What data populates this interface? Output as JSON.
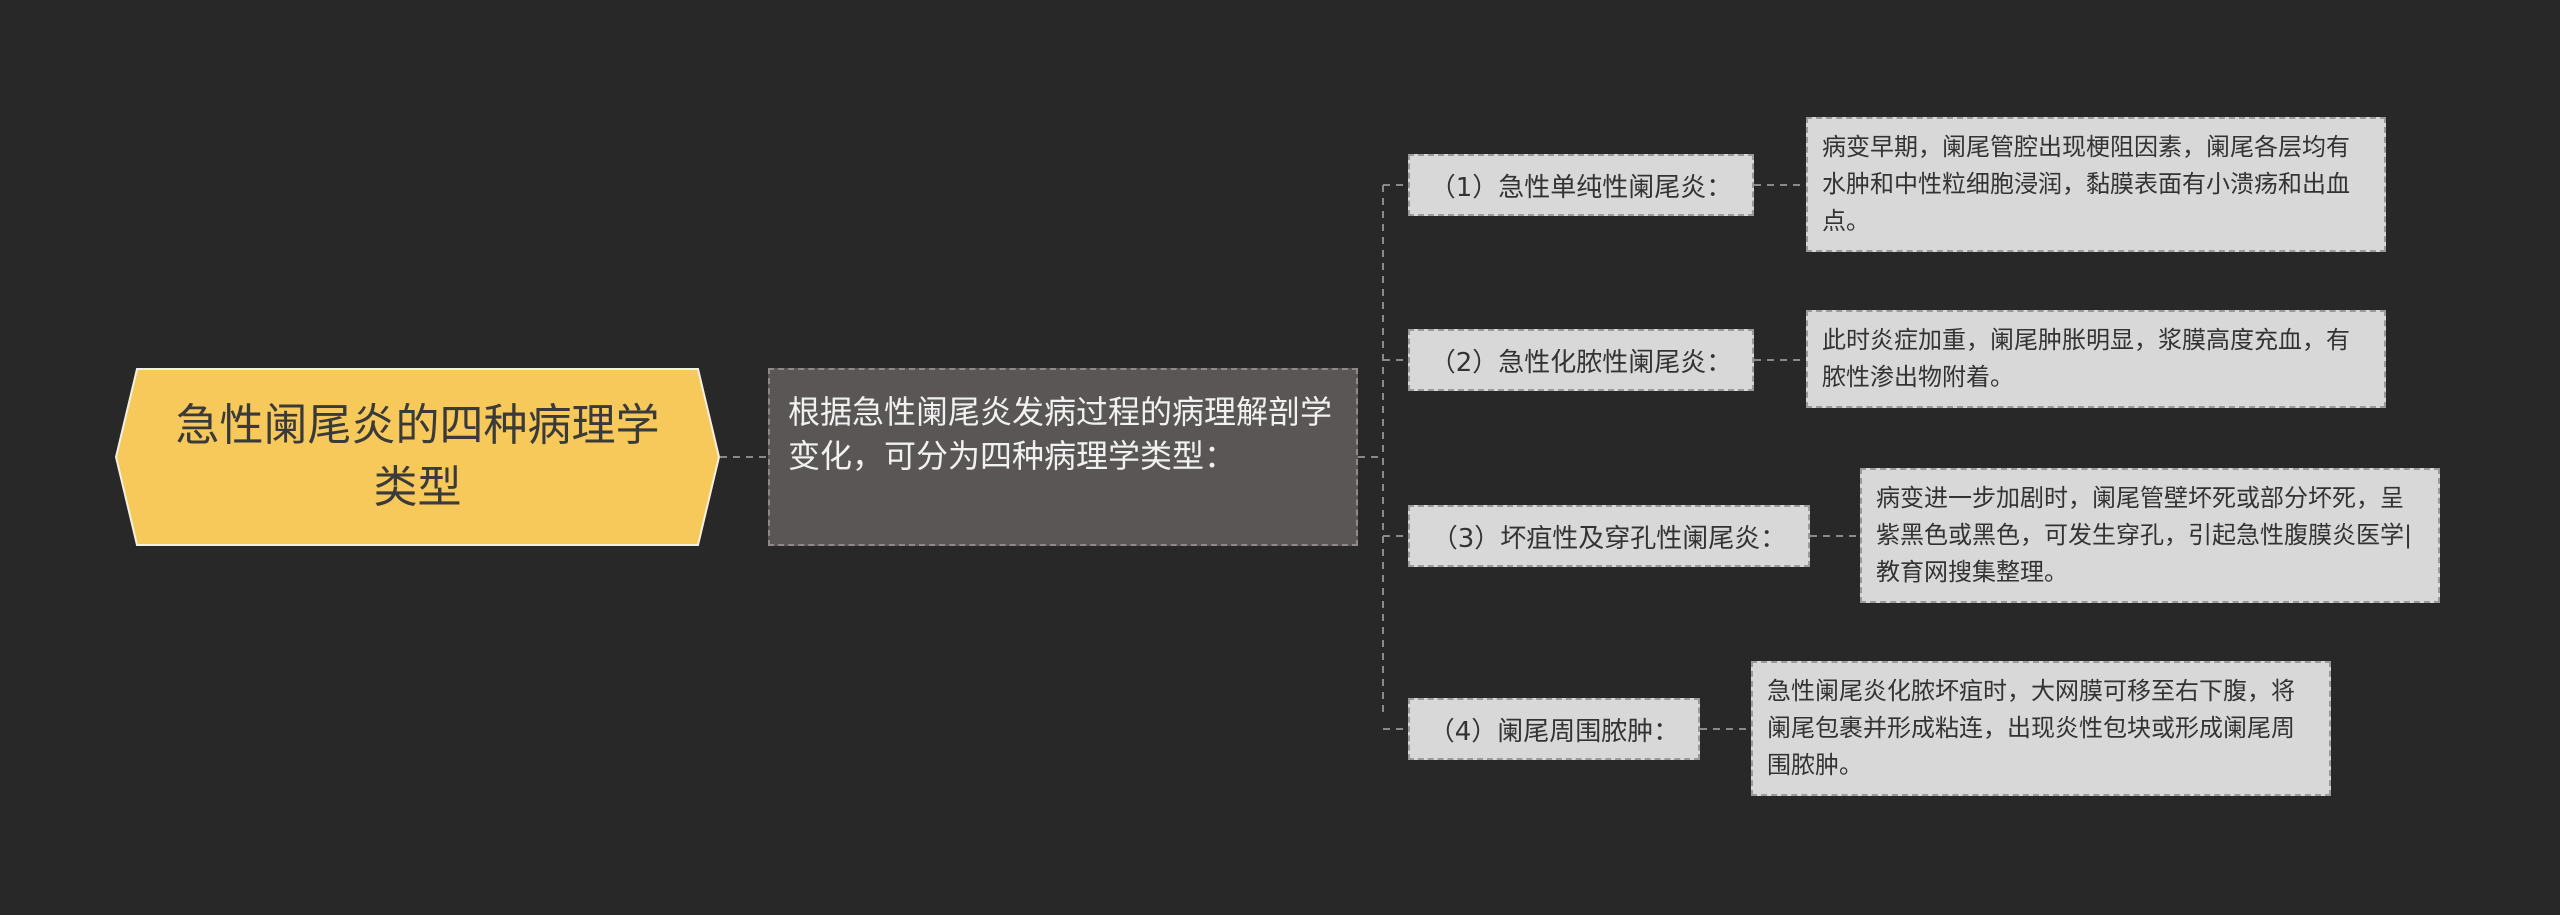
{
  "colors": {
    "background": "#282828",
    "root_fill": "#f6c95a",
    "center_fill": "#5a5655",
    "node_fill": "#d8d8d8",
    "connector": "#8a8a8a"
  },
  "root": {
    "text": "急性阑尾炎的四种病理学类型"
  },
  "center": {
    "text": "根据急性阑尾炎发病过程的病理解剖学变化，可分为四种病理学类型："
  },
  "branches": [
    {
      "label": "（1）急性单纯性阑尾炎：",
      "detail": "病变早期，阑尾管腔出现梗阻因素，阑尾各层均有水肿和中性粒细胞浸润，黏膜表面有小溃疡和出血点。"
    },
    {
      "label": "（2）急性化脓性阑尾炎：",
      "detail": "此时炎症加重，阑尾肿胀明显，浆膜高度充血，有脓性渗出物附着。"
    },
    {
      "label": "（3）坏疽性及穿孔性阑尾炎：",
      "detail": "病变进一步加剧时，阑尾管壁坏死或部分坏死，呈紫黑色或黑色，可发生穿孔，引起急性腹膜炎医学|教育网搜集整理。"
    },
    {
      "label": "（4）阑尾周围脓肿：",
      "detail": "急性阑尾炎化脓坏疽时，大网膜可移至右下腹，将阑尾包裹并形成粘连，出现炎性包块或形成阑尾周围脓肿。"
    }
  ]
}
